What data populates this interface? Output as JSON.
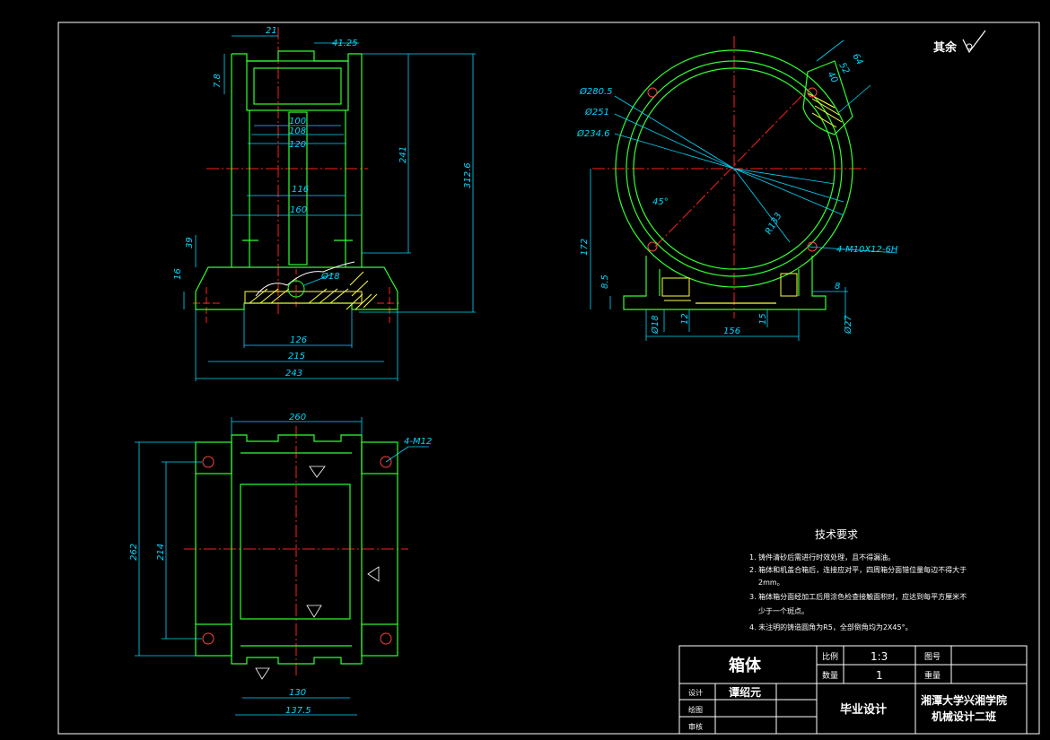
{
  "drawing": {
    "roughness_note": "其余",
    "tech_req": {
      "title": "技术要求",
      "lines": [
        "1. 铸件清砂后需进行时效处理，且不得漏油。",
        "2. 箱体和机盖合箱后，连接应对平，四周箱分面错位量每边不得大于",
        "2mm。",
        "3. 箱体箱分面经加工后用涂色检查接触面积时，应达到每平方厘米不",
        "少于一个斑点。",
        "4. 未注明的铸造圆角为R5，全部倒角均为2X45°。"
      ]
    },
    "title_block": {
      "part_name": "箱体",
      "scale_label": "比例",
      "scale_value": "1:3",
      "drawing_no_label": "图号",
      "qty_label": "数量",
      "qty_value": "1",
      "weight_label": "重量",
      "design_label": "设计",
      "designer": "谭绍元",
      "draw_label": "绘图",
      "check_label": "审核",
      "project": "毕业设计",
      "school_line1": "湘潭大学兴湘学院",
      "school_line2": "机械设计二班"
    },
    "front_view": {
      "dims": [
        "21",
        "41.25",
        "7.8",
        "100",
        "108",
        "120",
        "116",
        "160",
        "241",
        "312.6",
        "39",
        "16",
        "Ø18",
        "126",
        "215",
        "243"
      ]
    },
    "side_view": {
      "dims": [
        "Ø280.5",
        "Ø251",
        "Ø234.6",
        "64",
        "52",
        "40",
        "45°",
        "R133",
        "4-M10X12-6H",
        "172",
        "8.5",
        "8",
        "Ø18",
        "12",
        "15",
        "156",
        "Ø27"
      ]
    },
    "top_view": {
      "dims": [
        "260",
        "4-M12",
        "262",
        "214",
        "130",
        "137.5"
      ]
    }
  }
}
